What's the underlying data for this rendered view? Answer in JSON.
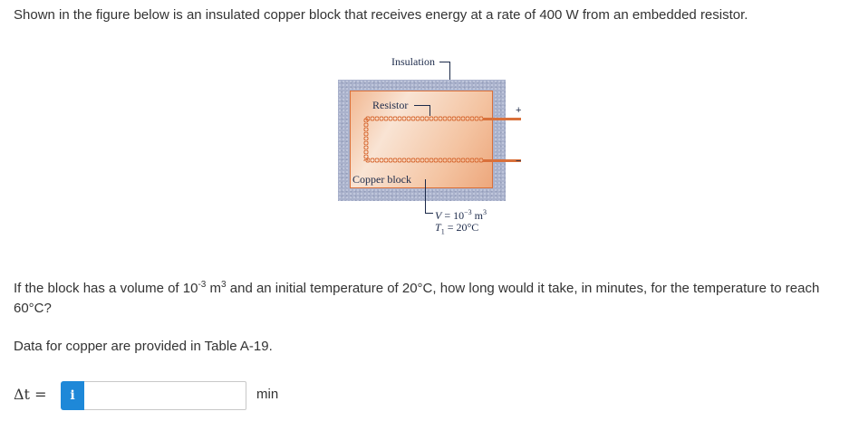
{
  "problem": {
    "intro": "Shown in the figure below is an insulated copper block that receives energy at a rate of 400 W from an embedded resistor.",
    "question": {
      "part1": "If the block has a volume of 10",
      "exp1": "-3",
      "part2": " m",
      "exp2": "3",
      "part3": " and an initial temperature of 20°C, how long would it take, in minutes, for the temperature to reach 60°C?"
    },
    "data_note": "Data for copper are provided in Table A-19."
  },
  "figure": {
    "insulation_label": "Insulation",
    "resistor_label": "Resistor",
    "copper_label": "Copper block",
    "plus": "+",
    "minus": "−",
    "volume": {
      "prefix": "V = 10",
      "exp": "−3",
      "unit": " m",
      "unit_exp": "3"
    },
    "temperature": {
      "symbol": "T",
      "sub": "1",
      "value": " = 20°C"
    },
    "colors": {
      "insulation": "#aab2cc",
      "copper": "#f4c4a2",
      "wire": "#d9703a"
    }
  },
  "answer": {
    "label": "Δt =",
    "info_icon": "i",
    "value": "",
    "placeholder": "",
    "unit": "min",
    "info_color": "#1e88d8"
  }
}
